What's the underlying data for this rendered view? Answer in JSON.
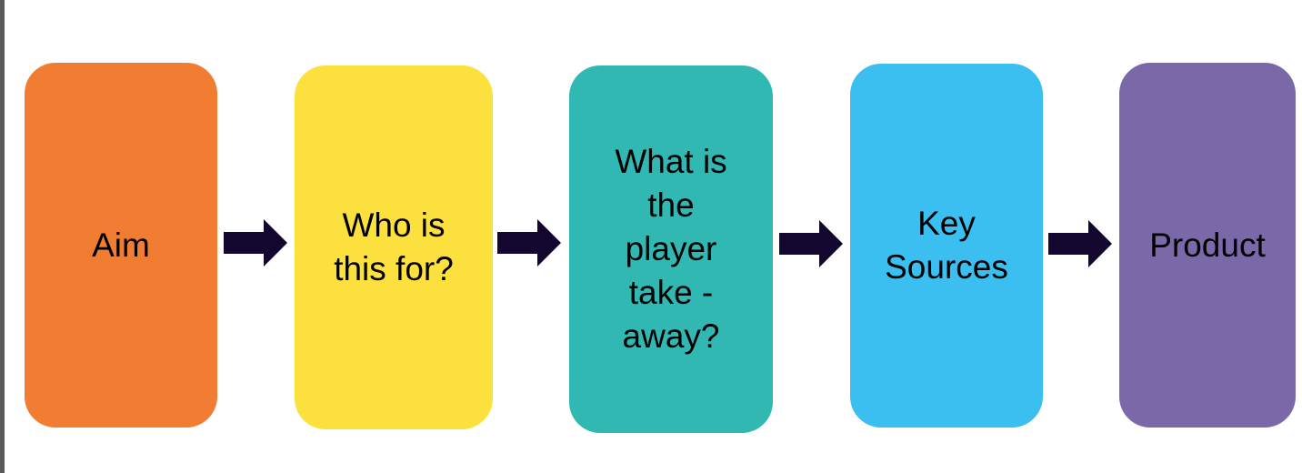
{
  "colors": {
    "aim": "#f07d32",
    "who": "#fce03d",
    "what": "#31b8b3",
    "sources": "#3bbef0",
    "product": "#7b68a8",
    "arrow": "#13072f"
  },
  "steps": [
    {
      "label": "Aim"
    },
    {
      "label": "Who is\nthis for?"
    },
    {
      "label": "What is\nthe\nplayer\ntake -\naway?"
    },
    {
      "label": "Key\nSources"
    },
    {
      "label": "Product"
    }
  ]
}
